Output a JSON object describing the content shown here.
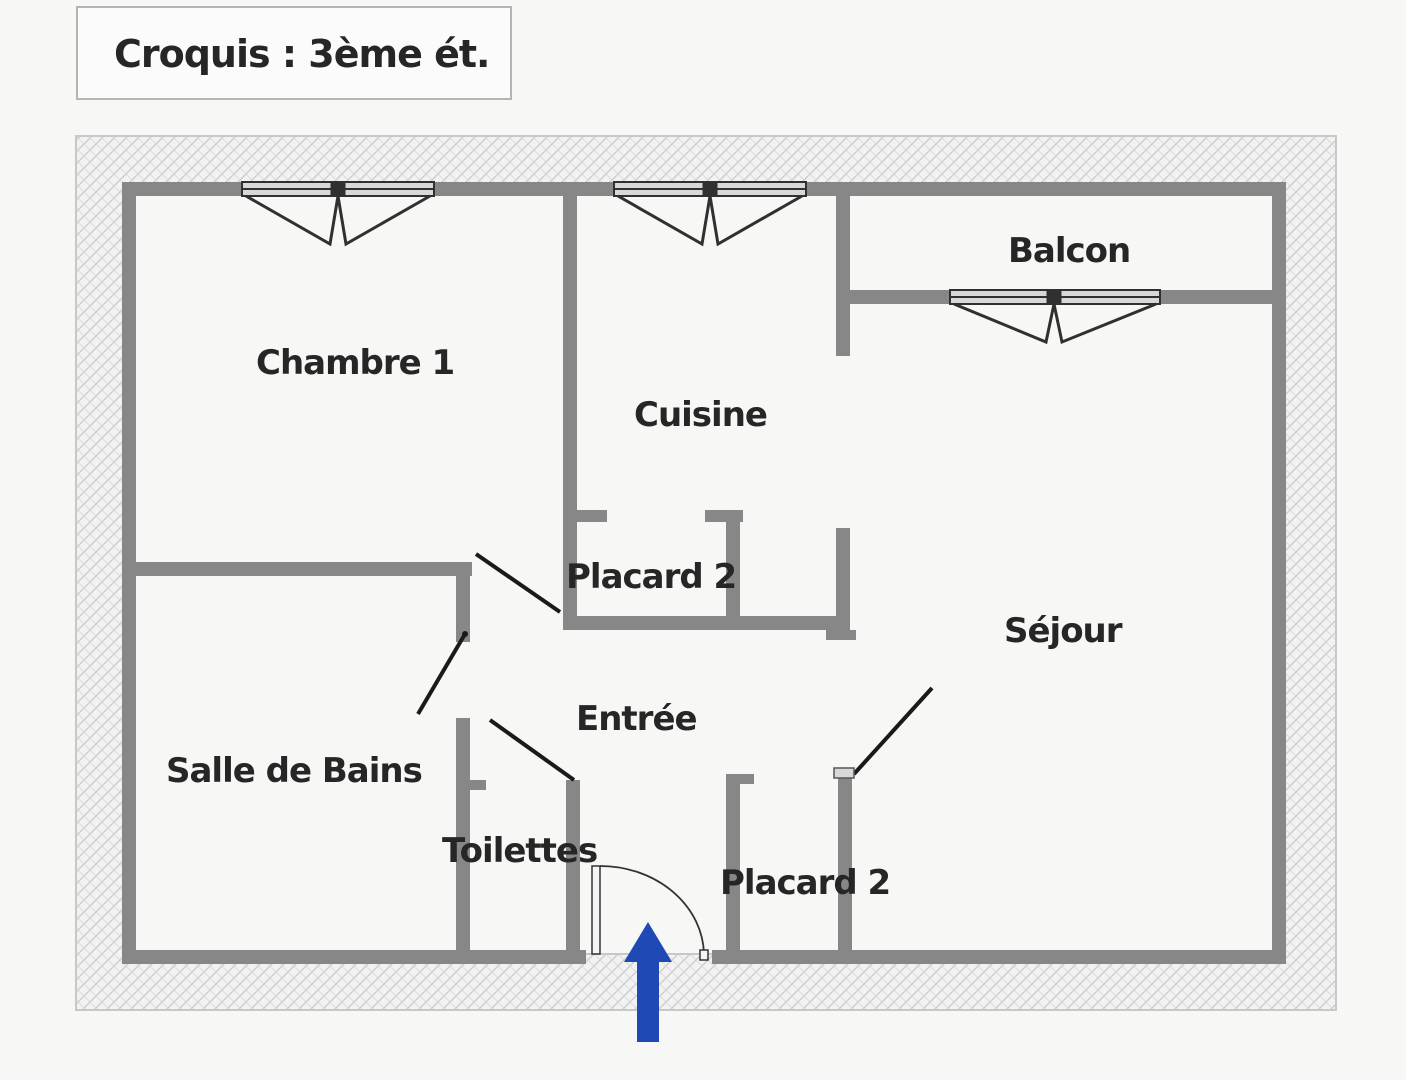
{
  "title": "Croquis : 3ème ét.",
  "rooms": {
    "chambre1": "Chambre 1",
    "cuisine": "Cuisine",
    "balcon": "Balcon",
    "placard_upper": "Placard 2",
    "sejour": "Séjour",
    "entree": "Entrée",
    "salle_de_bains": "Salle de Bains",
    "toilettes": "Toilettes",
    "placard_lower": "Placard 2"
  },
  "colors": {
    "wall": "#878787",
    "hatch": "#d4d4d4",
    "text": "#262626",
    "entry_arrow": "#1f49b5"
  }
}
